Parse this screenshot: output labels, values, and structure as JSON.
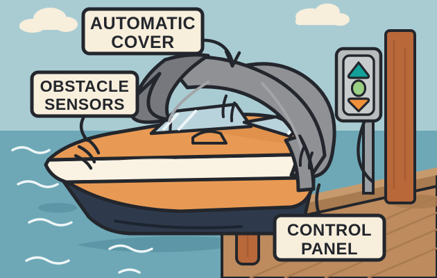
{
  "illustration": {
    "title": "Automatic Boat Cover System at Dock",
    "style": "flat cartoon vector illustration"
  },
  "palette": {
    "sky": "#a9ccd3",
    "cloud": "#f7eedc",
    "water": "#6ea8b7",
    "water_deep": "#5d97a7",
    "wave": "#eef6f7",
    "boat_hull_orange": "#e89a54",
    "boat_hull_orange_dark": "#d98a45",
    "boat_stripe_cream": "#faf3e3",
    "boat_bottom_navy": "#2e3a4c",
    "cover_gray": "#8f9195",
    "cover_gray_dark": "#76787d",
    "cover_gray_light": "#a2a4a8",
    "glass": "#b9d3dc",
    "dock_wood": "#bd8b5e",
    "dock_wood_dark": "#a97b50",
    "post_wood": "#b9683a",
    "post_wood_dark": "#a75c32",
    "panel_body": "#b9bcbd",
    "panel_face": "#c9cccd",
    "panel_post": "#9aa0a3",
    "outline": "#23262c",
    "label_fill": "#f7eedc",
    "label_border": "#23262c",
    "btn_up_teal": "#12a09a",
    "btn_mid_green": "#9ad084",
    "btn_down_orange": "#f2913a"
  },
  "labels": {
    "automatic_cover": {
      "line1": "AUTOMATIC",
      "line2": "COVER",
      "points_to": "boat-cover"
    },
    "obstacle_sensors": {
      "line1": "OBSTACLE",
      "line2": "SENSORS",
      "points_to": "bow-sensor"
    },
    "control_panel": {
      "line1": "CONTROL",
      "line2": "PANEL",
      "points_to": "control-panel"
    }
  },
  "control_panel": {
    "buttons": [
      {
        "name": "cover-open-button",
        "shape": "triangle-up",
        "color": "#12a09a"
      },
      {
        "name": "cover-stop-button",
        "shape": "oval",
        "color": "#9ad084"
      },
      {
        "name": "cover-close-button",
        "shape": "triangle-down",
        "color": "#f2913a"
      }
    ]
  },
  "scene_objects": {
    "boat": "orange speedboat with cream stripe and navy hull bottom",
    "cover": "gray automatic canopy cover arching over boat cockpit",
    "dock": "wooden plank dock with pilings on the right",
    "clouds": 2,
    "sensor_waves": 3
  }
}
